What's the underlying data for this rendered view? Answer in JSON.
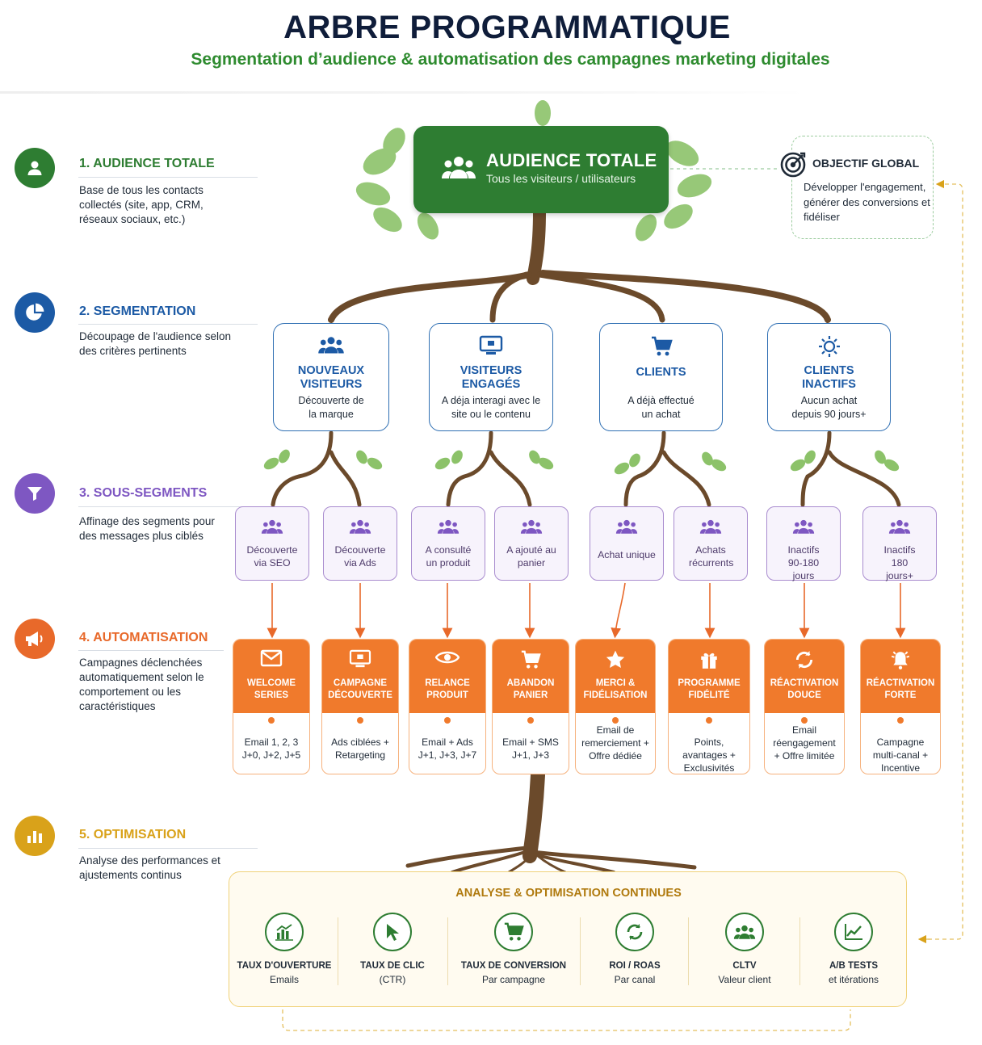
{
  "header": {
    "title": "ARBRE PROGRAMMATIQUE",
    "subtitle": "Segmentation d’audience & automatisation des campagnes marketing digitales"
  },
  "steps": [
    {
      "title": "1. AUDIENCE TOTALE",
      "desc": "Base de tous les contacts collectés (site, app, CRM, réseaux sociaux, etc.)",
      "icon": "user-icon",
      "color": "#2e7d32"
    },
    {
      "title": "2. SEGMENTATION",
      "desc": "Découpage de l'audience selon des critères pertinents",
      "icon": "pie-chart-icon",
      "color": "#1c5aa5"
    },
    {
      "title": "3. SOUS-SEGMENTS",
      "desc": "Affinage des segments pour des messages plus ciblés",
      "icon": "filter-icon",
      "color": "#7e57c2"
    },
    {
      "title": "4. AUTOMATISATION",
      "desc": "Campagnes déclenchées automatiquement selon le comportement ou les caractéristiques",
      "icon": "megaphone-icon",
      "color": "#e8692a"
    },
    {
      "title": "5. OPTIMISATION",
      "desc": "Analyse des performances et ajustements continus",
      "icon": "bar-chart-icon",
      "color": "#d9a21a"
    }
  ],
  "root": {
    "title": "AUDIENCE TOTALE",
    "subtitle": "Tous les visiteurs / utilisateurs",
    "icon": "group-icon"
  },
  "objective": {
    "title": "OBJECTIF GLOBAL",
    "desc": "Développer l'engagement, générer des conversions et fidéliser",
    "icon": "target-icon"
  },
  "segments": [
    {
      "title": "NOUVEAUX VISITEURS",
      "desc": "Découverte de la marque",
      "icon": "group-icon"
    },
    {
      "title": "VISITEURS ENGAGÉS",
      "desc": "A déja interagi avec le site ou le contenu",
      "icon": "monitor-icon"
    },
    {
      "title": "CLIENTS",
      "desc": "A déjà effectué un achat",
      "icon": "cart-icon"
    },
    {
      "title": "CLIENTS INACTIFS",
      "desc": "Aucun achat depuis 90 jours+",
      "icon": "sun-icon"
    }
  ],
  "subsegments": [
    {
      "label": "Découverte via SEO"
    },
    {
      "label": "Découverte via Ads"
    },
    {
      "label": "A consulté un produit"
    },
    {
      "label": "A ajouté au panier"
    },
    {
      "label": "Achat unique"
    },
    {
      "label": "Achats récurrents"
    },
    {
      "label": "Inactifs 90-180 jours"
    },
    {
      "label": "Inactifs 180 jours+"
    }
  ],
  "automations": [
    {
      "title": "WELCOME SERIES",
      "desc": "Email 1, 2, 3 J+0, J+2, J+5",
      "icon": "mail-icon"
    },
    {
      "title": "CAMPAGNE DÉCOUVERTE",
      "desc": "Ads ciblées + Retargeting",
      "icon": "monitor-icon"
    },
    {
      "title": "RELANCE PRODUIT",
      "desc": "Email + Ads J+1, J+3, J+7",
      "icon": "eye-icon"
    },
    {
      "title": "ABANDON PANIER",
      "desc": "Email + SMS J+1, J+3",
      "icon": "cart-icon"
    },
    {
      "title": "MERCI & FIDÉLISATION",
      "desc": "Email de remerciement + Offre dédiée",
      "icon": "star-icon"
    },
    {
      "title": "PROGRAMME FIDÉLITÉ",
      "desc": "Points, avantages + Exclusivités",
      "icon": "gift-icon"
    },
    {
      "title": "RÉACTIVATION DOUCE",
      "desc": "Email réengagement + Offre limitée",
      "icon": "refresh-icon"
    },
    {
      "title": "RÉACTIVATION FORTE",
      "desc": "Campagne multi-canal + Incentive",
      "icon": "bell-icon"
    }
  ],
  "optimisation": {
    "title": "ANALYSE & OPTIMISATION CONTINUES",
    "metrics": [
      {
        "label": "TAUX D'OUVERTURE",
        "sub": "Emails",
        "icon": "bar-chart-icon"
      },
      {
        "label": "TAUX DE CLIC",
        "sub": "(CTR)",
        "icon": "cursor-icon"
      },
      {
        "label": "TAUX DE CONVERSION",
        "sub": "Par campagne",
        "icon": "cart-icon"
      },
      {
        "label": "ROI / ROAS",
        "sub": "Par canal",
        "icon": "refresh-icon"
      },
      {
        "label": "CLTV",
        "sub": "Valeur client",
        "icon": "group-icon"
      },
      {
        "label": "A/B TESTS",
        "sub": "et itérations",
        "icon": "line-chart-icon"
      }
    ]
  },
  "colors": {
    "green": "#2e7d32",
    "blue": "#1c5aa5",
    "purple": "#7e57c2",
    "orange": "#f07a2c",
    "gold": "#d9a21a",
    "trunk": "#6b4a2b"
  }
}
